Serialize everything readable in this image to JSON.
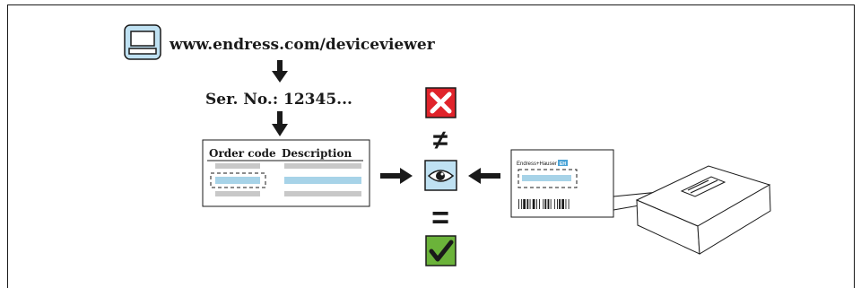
{
  "url_label": "www.endress.com/deviceviewer",
  "serial_label": "Ser. No.: 12345...",
  "table": {
    "col_order_code": "Order code",
    "col_description": "Description"
  },
  "label_brand": "Endress+Hauser",
  "label_brand_badge": "EH",
  "symbols": {
    "not_equal": "≠",
    "equal": "="
  },
  "colors": {
    "highlight": "#a7d3e8",
    "accent_blue": "#bfe1f2",
    "mismatch_red": "#e0242b",
    "match_green": "#6bb33a",
    "gray_bar": "#c8c8c8"
  }
}
